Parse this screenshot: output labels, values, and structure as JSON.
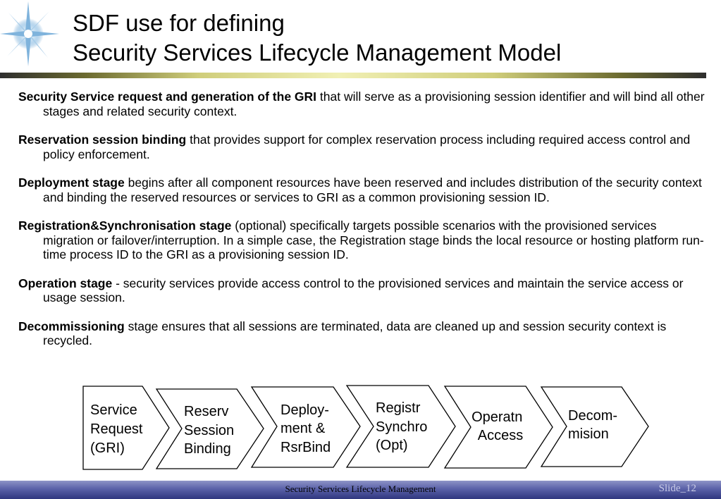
{
  "title": {
    "line1": "SDF use for defining",
    "line2": "Security Services Lifecycle Management Model"
  },
  "bullets": [
    {
      "bold": "Security Service request and generation of the GRI",
      "text": " that will serve as a provisioning session identifier and will bind all other stages and related security context."
    },
    {
      "bold": "Reservation session binding",
      "text": " that provides support for complex reservation process including required access control and policy enforcement."
    },
    {
      "bold": "Deployment stage",
      "text": " begins after all component resources have been reserved and includes distribution of the security context and binding the reserved resources or services to GRI as a common provisioning session ID."
    },
    {
      "bold": "Registration&Synchronisation stage",
      "text": " (optional) specifically targets possible scenarios with the provisioned services migration or failover/interruption. In a simple case, the Registration stage binds the local resource or hosting platform run-time process ID to the GRI as a provisioning session ID."
    },
    {
      "bold": "Operation stage",
      "text": " - security services provide access control to the provisioned services and maintain the service access or usage session."
    },
    {
      "bold": "Decommissioning",
      "text": " stage ensures that all sessions are terminated, data are cleaned up and session security context is recycled."
    }
  ],
  "stages": [
    {
      "lines": [
        "Service",
        "Request",
        "(GRI)"
      ]
    },
    {
      "lines": [
        "Reserv",
        "Session",
        "Binding"
      ]
    },
    {
      "lines": [
        "Deploy-",
        "ment &",
        "RsrBind"
      ]
    },
    {
      "lines": [
        "Registr",
        "Synchro",
        "(Opt)"
      ]
    },
    {
      "lines": [
        "Operatn",
        "Access"
      ]
    },
    {
      "lines": [
        "Decom-",
        "mision"
      ]
    }
  ],
  "footer": {
    "text": "Security Services Lifecycle Management",
    "slide": "Slide_12"
  },
  "colors": {
    "footer_dark": "#2f367f",
    "footer_light": "#8e94c6",
    "title_bar_light": "#f1f0b4",
    "slide_number": "#c8cae6"
  }
}
